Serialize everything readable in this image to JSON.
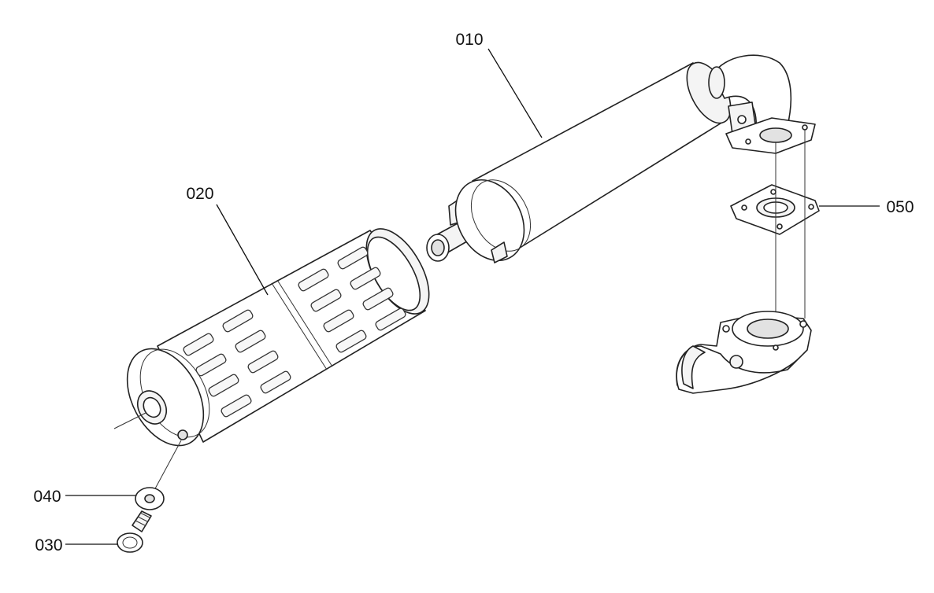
{
  "callouts": [
    {
      "id": "muffler",
      "text": "010"
    },
    {
      "id": "cover",
      "text": "020"
    },
    {
      "id": "bolt",
      "text": "030"
    },
    {
      "id": "washer",
      "text": "040"
    },
    {
      "id": "gasket",
      "text": "050"
    }
  ]
}
